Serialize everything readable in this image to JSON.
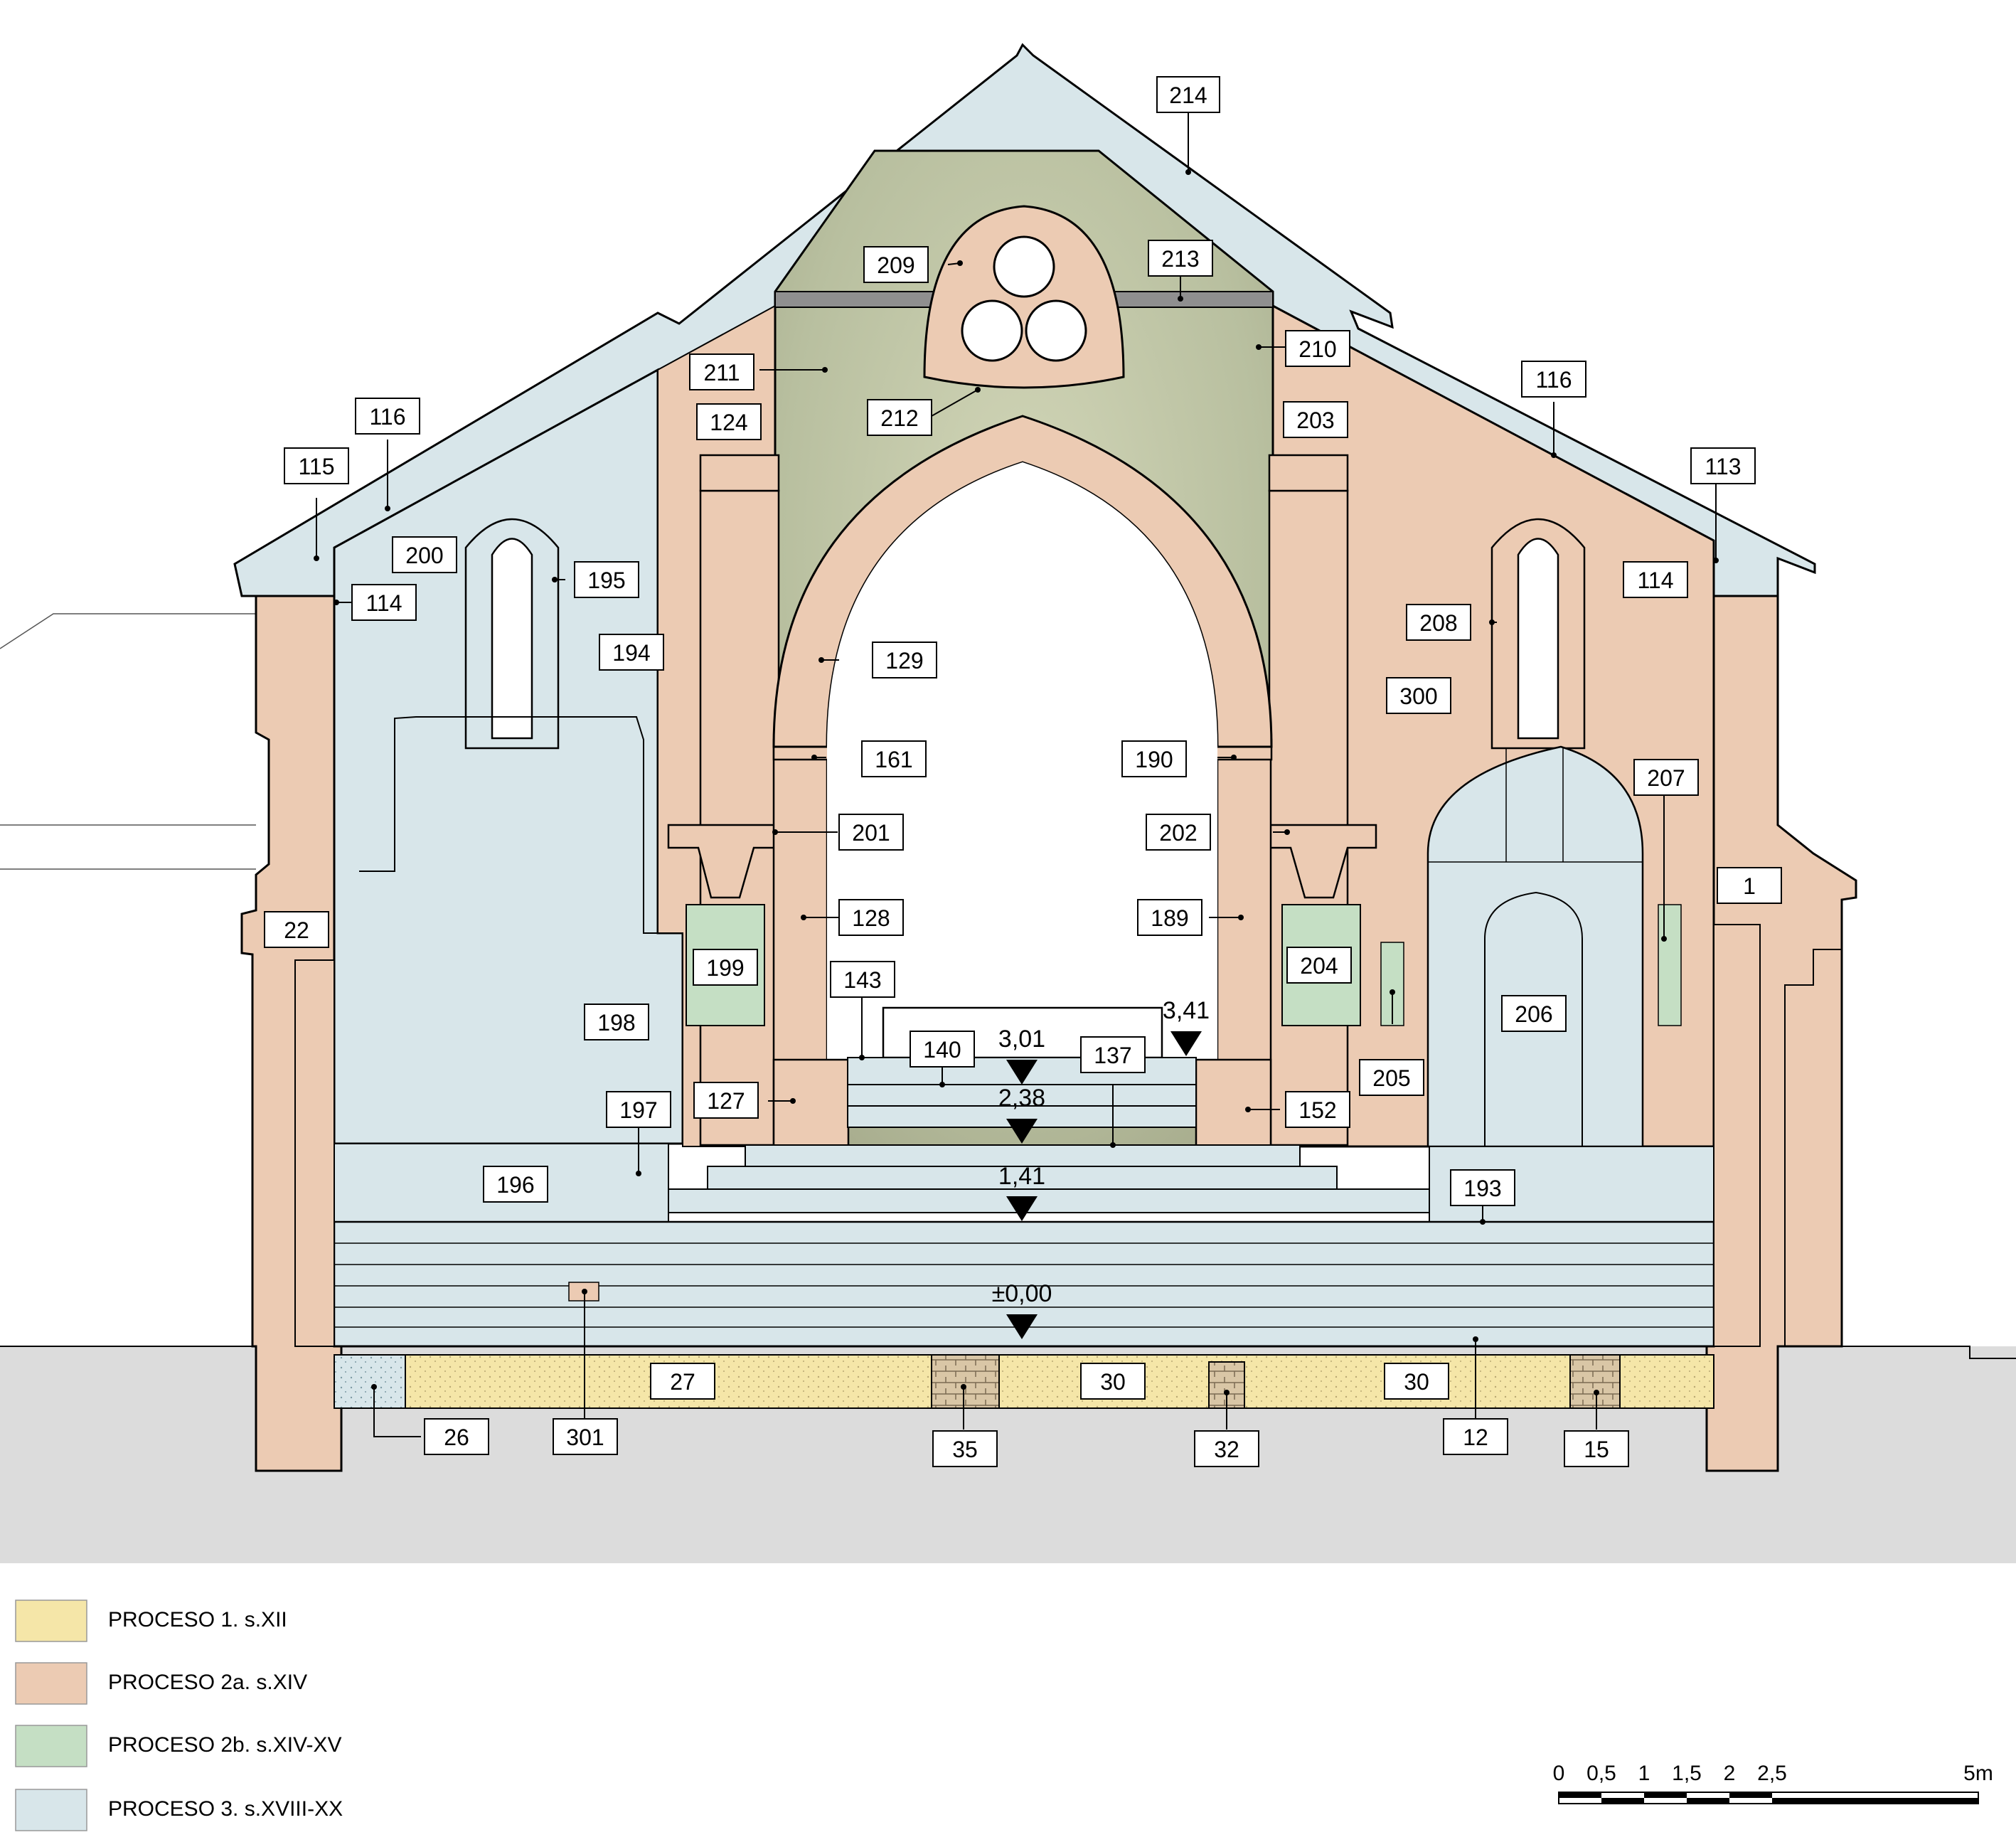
{
  "colors": {
    "proceso1": "#f5e6a8",
    "proceso2a": "#eccbb3",
    "proceso2b": "#c5dfc4",
    "proceso3": "#d8e6ea",
    "ground": "#dcdcdc",
    "fresco": "#bfc6a9"
  },
  "tags": {
    "t214": "214",
    "t209": "209",
    "t213": "213",
    "t210": "210",
    "t211": "211",
    "t212": "212",
    "t124": "124",
    "t203": "203",
    "t116a": "116",
    "t116b": "116",
    "t115": "115",
    "t113": "113",
    "t200": "200",
    "t195": "195",
    "t114a": "114",
    "t114b": "114",
    "t194": "194",
    "t208": "208",
    "t129": "129",
    "t300": "300",
    "t161": "161",
    "t190": "190",
    "t207": "207",
    "t201": "201",
    "t202": "202",
    "t1": "1",
    "t22": "22",
    "t128": "128",
    "t189": "189",
    "t199": "199",
    "t204": "204",
    "t143": "143",
    "t206": "206",
    "t198": "198",
    "t140": "140",
    "t137": "137",
    "t205": "205",
    "t127": "127",
    "t152": "152",
    "t197": "197",
    "t196": "196",
    "t193": "193",
    "t27": "27",
    "t30a": "30",
    "t30b": "30",
    "t26": "26",
    "t301": "301",
    "t35": "35",
    "t32": "32",
    "t12": "12",
    "t15": "15"
  },
  "levels": {
    "l301": "3,01",
    "l341": "3,41",
    "l238": "2,38",
    "l141": "1,41",
    "l000": "±0,00"
  },
  "legend": [
    {
      "label": "PROCESO 1. s.XII",
      "color": "#f5e6a8"
    },
    {
      "label": "PROCESO 2a. s.XIV",
      "color": "#eccbb3"
    },
    {
      "label": "PROCESO 2b. s.XIV-XV",
      "color": "#c5dfc4"
    },
    {
      "label": "PROCESO 3. s.XVIII-XX",
      "color": "#d8e6ea"
    }
  ],
  "scale_bar": {
    "ticks": [
      "0",
      "0,5",
      "1",
      "1,5",
      "2",
      "2,5",
      "5m"
    ]
  }
}
